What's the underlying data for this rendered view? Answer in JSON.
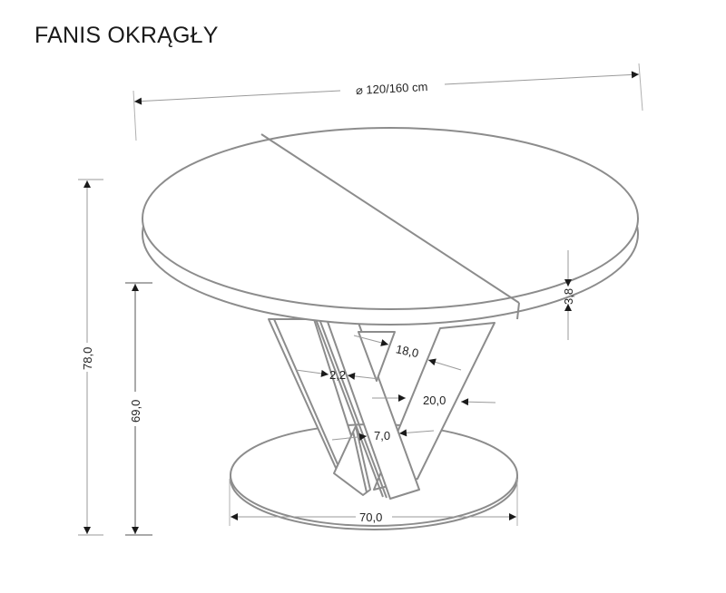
{
  "title": "FANIS OKRĄGŁY",
  "dimensions": {
    "diameter": "⌀ 120/160 cm",
    "diameter_symbol": "⌀",
    "diameter_value": "120/160 cm",
    "total_height": "78,0",
    "leg_height": "69,0",
    "top_thickness": "3,8",
    "base_diameter": "70,0",
    "leg_top_width": "18,0",
    "leg_gap": "2,2",
    "leg_width": "20,0",
    "leg_bottom_width": "7,0"
  },
  "colors": {
    "outline": "#8c8c8c",
    "dimension_line": "#9a9a9a",
    "arrow": "#1a1a1a",
    "text": "#222222",
    "background": "#ffffff"
  }
}
